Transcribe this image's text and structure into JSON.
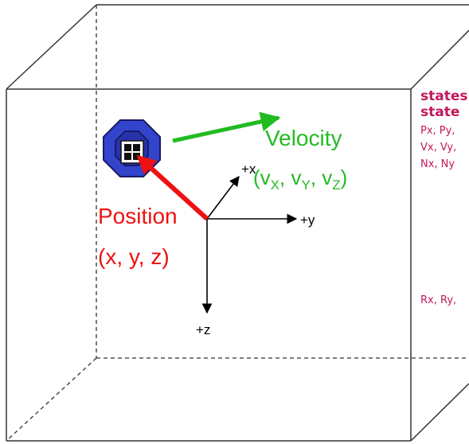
{
  "diagram": {
    "velocity_label": "Velocity",
    "velocity_components": {
      "open": "(v",
      "x_sub": "X",
      "sep1": ", v",
      "y_sub": "Y",
      "sep2": ", v",
      "z_sub": "Z",
      "close": ")"
    },
    "position_label": "Position",
    "position_coords": "(x, y, z)",
    "axes": {
      "x": "+x",
      "y": "+y",
      "z": "+z"
    },
    "side_panel": {
      "heading_1": "states",
      "heading_2": "state",
      "line_p": "Px, Py,",
      "line_v": "Vx, Vy,",
      "line_n": "Nx, Ny",
      "line_r": "Rx, Ry,"
    },
    "colors": {
      "velocity": "#22bb22",
      "position": "#ee1111",
      "satellite_fill": "#3344cc",
      "satellite_stroke": "#1a1a66",
      "side_text": "#c2185b",
      "box_lines": "#333333",
      "axis": "#000000"
    }
  }
}
